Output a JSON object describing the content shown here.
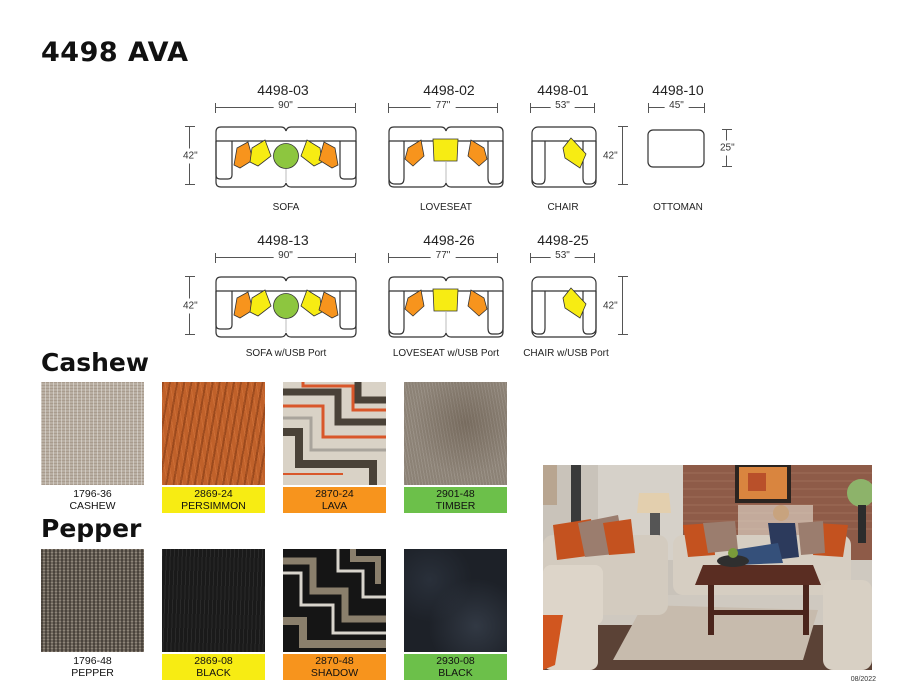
{
  "title": "4498 AVA",
  "pieces": [
    {
      "sku": "4498-03",
      "width": "90\"",
      "depth": "42\"",
      "caption": "SOFA",
      "type": "sofa"
    },
    {
      "sku": "4498-02",
      "width": "77\"",
      "caption": "LOVESEAT",
      "type": "loveseat"
    },
    {
      "sku": "4498-01",
      "width": "53\"",
      "depth": "42\"",
      "caption": "CHAIR",
      "type": "chair"
    },
    {
      "sku": "4498-10",
      "width": "45\"",
      "depth": "25\"",
      "caption": "OTTOMAN",
      "type": "ottoman"
    },
    {
      "sku": "4498-13",
      "width": "90\"",
      "depth": "42\"",
      "caption": "SOFA w/USB Port",
      "type": "sofa"
    },
    {
      "sku": "4498-26",
      "width": "77\"",
      "caption": "LOVESEAT w/USB Port",
      "type": "loveseat"
    },
    {
      "sku": "4498-25",
      "width": "53\"",
      "depth": "42\"",
      "caption": "CHAIR w/USB Port",
      "type": "chair"
    }
  ],
  "pillow_colors": {
    "orange": "#f7941d",
    "yellow": "#f7ec13",
    "green": "#8dc63f"
  },
  "collections": [
    {
      "name": "Cashew",
      "swatches": [
        {
          "code": "1796-36",
          "name": "CASHEW",
          "label_color": "plain"
        },
        {
          "code": "2869-24",
          "name": "PERSIMMON",
          "label_color": "yellow"
        },
        {
          "code": "2870-24",
          "name": "LAVA",
          "label_color": "orange"
        },
        {
          "code": "2901-48",
          "name": "TIMBER",
          "label_color": "green"
        }
      ]
    },
    {
      "name": "Pepper",
      "swatches": [
        {
          "code": "1796-48",
          "name": "PEPPER",
          "label_color": "plain"
        },
        {
          "code": "2869-08",
          "name": "BLACK",
          "label_color": "yellow"
        },
        {
          "code": "2870-48",
          "name": "SHADOW",
          "label_color": "orange"
        },
        {
          "code": "2930-08",
          "name": "BLACK",
          "label_color": "green"
        }
      ]
    }
  ],
  "label_colors": {
    "yellow": "#f7ec13",
    "orange": "#f7941d",
    "green": "#6cc04a"
  },
  "photo": {
    "description": "room-scene-photo"
  },
  "footer": {
    "date": "08/2022"
  }
}
